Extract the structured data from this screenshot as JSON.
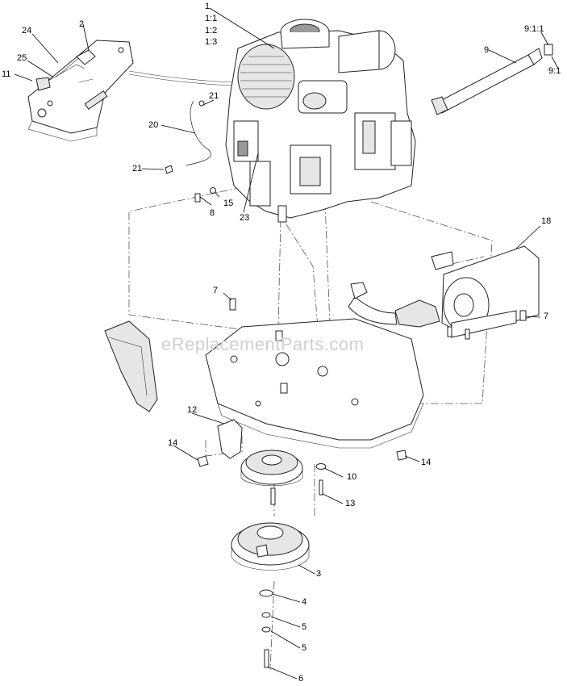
{
  "watermark": "eReplacementParts.com",
  "callouts": {
    "c1": "1",
    "c1_1": "1:1",
    "c1_2": "1:2",
    "c1_3": "1:3",
    "c2": "2",
    "c3": "3",
    "c4": "4",
    "c5a": "5",
    "c5b": "5",
    "c6": "6",
    "c7a": "7",
    "c7b": "7",
    "c8": "8",
    "c9": "9",
    "c9_1": "9:1",
    "c9_1_1": "9:1:1",
    "c10": "10",
    "c11": "11",
    "c12": "12",
    "c13": "13",
    "c14a": "14",
    "c14b": "14",
    "c15": "15",
    "c18": "18",
    "c20": "20",
    "c21a": "21",
    "c21b": "21",
    "c23": "23",
    "c24": "24",
    "c25": "25"
  }
}
